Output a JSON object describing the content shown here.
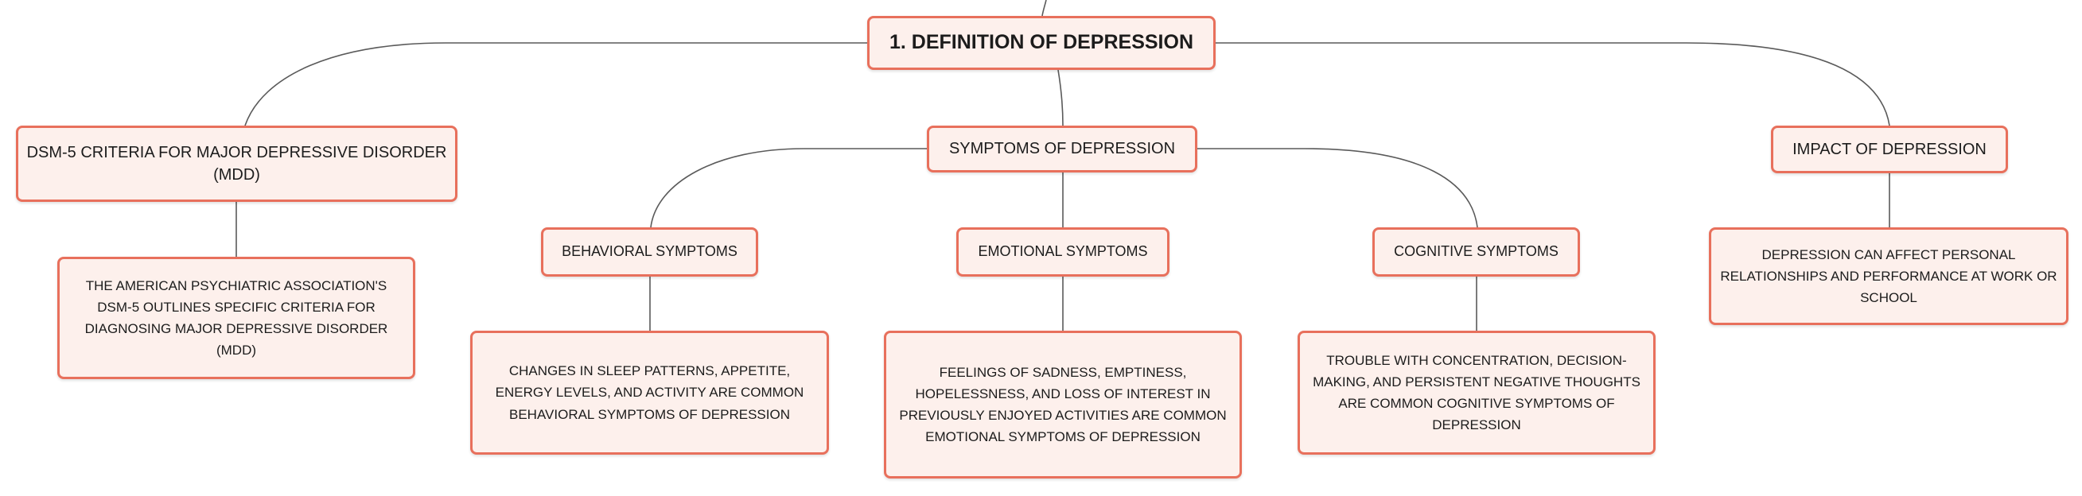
{
  "diagram": {
    "type": "mind-map",
    "colors": {
      "node_fill": "#fdf0ec",
      "node_border": "#e8705c",
      "connector": "#5a5a5a",
      "text": "#1c1c1c"
    },
    "root": {
      "label": "1. DEFINITION OF DEPRESSION"
    },
    "branches": {
      "dsm": {
        "label": "DSM-5 CRITERIA FOR MAJOR DEPRESSIVE DISORDER (MDD)",
        "detail": "THE AMERICAN PSYCHIATRIC ASSOCIATION'S DSM-5 OUTLINES SPECIFIC CRITERIA FOR DIAGNOSING MAJOR DEPRESSIVE DISORDER (MDD)"
      },
      "symptoms": {
        "label": "SYMPTOMS OF DEPRESSION",
        "behavioral": {
          "label": "BEHAVIORAL SYMPTOMS",
          "detail": "CHANGES IN SLEEP PATTERNS, APPETITE, ENERGY LEVELS, AND ACTIVITY ARE COMMON BEHAVIORAL SYMPTOMS OF DEPRESSION"
        },
        "emotional": {
          "label": "EMOTIONAL SYMPTOMS",
          "detail": "FEELINGS OF SADNESS, EMPTINESS, HOPELESSNESS, AND LOSS OF INTEREST IN PREVIOUSLY ENJOYED ACTIVITIES ARE COMMON EMOTIONAL SYMPTOMS OF DEPRESSION"
        },
        "cognitive": {
          "label": "COGNITIVE SYMPTOMS",
          "detail": "TROUBLE WITH CONCENTRATION, DECISION-MAKING, AND PERSISTENT NEGATIVE THOUGHTS ARE COMMON COGNITIVE SYMPTOMS OF DEPRESSION"
        }
      },
      "impact": {
        "label": "IMPACT OF DEPRESSION",
        "detail": "DEPRESSION CAN AFFECT PERSONAL RELATIONSHIPS AND PERFORMANCE AT WORK OR SCHOOL"
      }
    }
  }
}
